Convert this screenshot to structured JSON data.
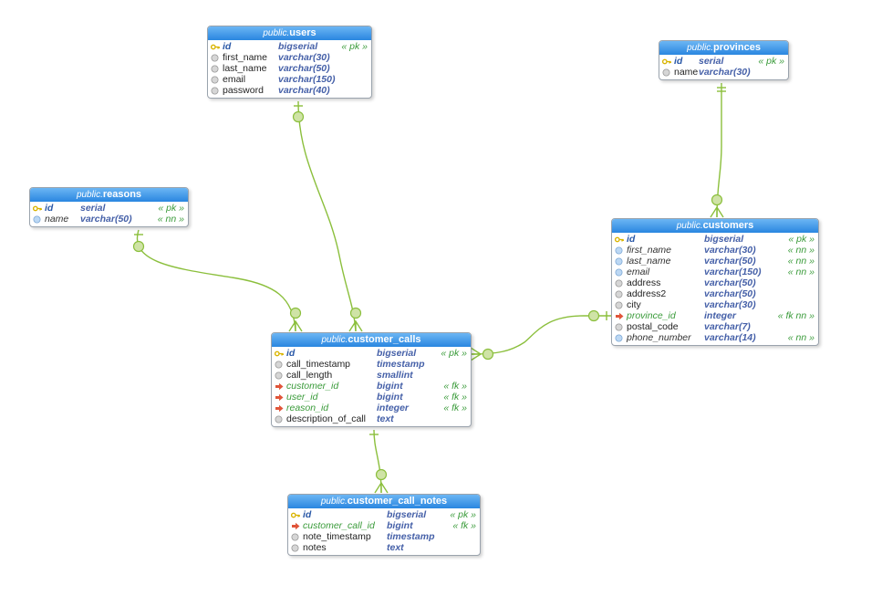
{
  "schema_label": "public.",
  "colors": {
    "header_top": "#6cb6f4",
    "header_bottom": "#2a86e0",
    "link_stroke": "#8bbf3c",
    "link_dot": "#cfe3a6",
    "pk_icon": "#d9b400",
    "fk_icon": "#e0553a",
    "nn_icon": "#bcd8f4",
    "plain_icon": "#d6d6d6"
  },
  "tables": [
    {
      "id": "users",
      "name": "users",
      "fields": [
        {
          "name": "id",
          "type": "bigserial",
          "constraint": "« pk »",
          "kind": "pk"
        },
        {
          "name": "first_name",
          "type": "varchar(30)",
          "constraint": "",
          "kind": "plain"
        },
        {
          "name": "last_name",
          "type": "varchar(50)",
          "constraint": "",
          "kind": "plain"
        },
        {
          "name": "email",
          "type": "varchar(150)",
          "constraint": "",
          "kind": "plain"
        },
        {
          "name": "password",
          "type": "varchar(40)",
          "constraint": "",
          "kind": "plain"
        }
      ]
    },
    {
      "id": "provinces",
      "name": "provinces",
      "fields": [
        {
          "name": "id",
          "type": "serial",
          "constraint": "« pk »",
          "kind": "pk"
        },
        {
          "name": "name",
          "type": "varchar(30)",
          "constraint": "",
          "kind": "plain"
        }
      ]
    },
    {
      "id": "reasons",
      "name": "reasons",
      "fields": [
        {
          "name": "id",
          "type": "serial",
          "constraint": "« pk »",
          "kind": "pk"
        },
        {
          "name": "name",
          "type": "varchar(50)",
          "constraint": "« nn »",
          "kind": "nn"
        }
      ]
    },
    {
      "id": "customers",
      "name": "customers",
      "fields": [
        {
          "name": "id",
          "type": "bigserial",
          "constraint": "« pk »",
          "kind": "pk"
        },
        {
          "name": "first_name",
          "type": "varchar(30)",
          "constraint": "« nn »",
          "kind": "nn"
        },
        {
          "name": "last_name",
          "type": "varchar(50)",
          "constraint": "« nn »",
          "kind": "nn"
        },
        {
          "name": "email",
          "type": "varchar(150)",
          "constraint": "« nn »",
          "kind": "nn"
        },
        {
          "name": "address",
          "type": "varchar(50)",
          "constraint": "",
          "kind": "plain"
        },
        {
          "name": "address2",
          "type": "varchar(50)",
          "constraint": "",
          "kind": "plain"
        },
        {
          "name": "city",
          "type": "varchar(30)",
          "constraint": "",
          "kind": "plain"
        },
        {
          "name": "province_id",
          "type": "integer",
          "constraint": "« fk nn »",
          "kind": "fk"
        },
        {
          "name": "postal_code",
          "type": "varchar(7)",
          "constraint": "",
          "kind": "plain"
        },
        {
          "name": "phone_number",
          "type": "varchar(14)",
          "constraint": "« nn »",
          "kind": "nn"
        }
      ]
    },
    {
      "id": "customer_calls",
      "name": "customer_calls",
      "fields": [
        {
          "name": "id",
          "type": "bigserial",
          "constraint": "« pk »",
          "kind": "pk"
        },
        {
          "name": "call_timestamp",
          "type": "timestamp",
          "constraint": "",
          "kind": "plain"
        },
        {
          "name": "call_length",
          "type": "smallint",
          "constraint": "",
          "kind": "plain"
        },
        {
          "name": "customer_id",
          "type": "bigint",
          "constraint": "« fk »",
          "kind": "fk"
        },
        {
          "name": "user_id",
          "type": "bigint",
          "constraint": "« fk »",
          "kind": "fk"
        },
        {
          "name": "reason_id",
          "type": "integer",
          "constraint": "« fk »",
          "kind": "fk"
        },
        {
          "name": "description_of_call",
          "type": "text",
          "constraint": "",
          "kind": "plain"
        }
      ]
    },
    {
      "id": "customer_call_notes",
      "name": "customer_call_notes",
      "fields": [
        {
          "name": "id",
          "type": "bigserial",
          "constraint": "« pk »",
          "kind": "pk"
        },
        {
          "name": "customer_call_id",
          "type": "bigint",
          "constraint": "« fk »",
          "kind": "fk"
        },
        {
          "name": "note_timestamp",
          "type": "timestamp",
          "constraint": "",
          "kind": "plain"
        },
        {
          "name": "notes",
          "type": "text",
          "constraint": "",
          "kind": "plain"
        }
      ]
    }
  ],
  "relationships": [
    {
      "from": "users",
      "to": "customer_calls",
      "from_card": "one",
      "to_card": "zero-or-many"
    },
    {
      "from": "reasons",
      "to": "customer_calls",
      "from_card": "one",
      "to_card": "zero-or-many"
    },
    {
      "from": "customers",
      "to": "customer_calls",
      "from_card": "one",
      "to_card": "zero-or-many"
    },
    {
      "from": "provinces",
      "to": "customers",
      "from_card": "one",
      "to_card": "zero-or-many"
    },
    {
      "from": "customer_calls",
      "to": "customer_call_notes",
      "from_card": "one",
      "to_card": "zero-or-many"
    }
  ]
}
